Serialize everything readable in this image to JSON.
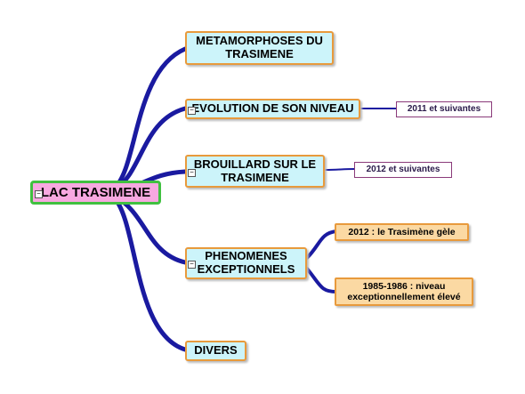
{
  "root": {
    "label": "LAC TRASIMENE"
  },
  "topics": [
    {
      "id": "t1",
      "label_line1": "METAMORPHOSES DU",
      "label_line2": "TRASIMENE"
    },
    {
      "id": "t2",
      "label_line1": "EVOLUTION DE SON NIVEAU",
      "label_line2": ""
    },
    {
      "id": "t3",
      "label_line1": "BROUILLARD SUR LE",
      "label_line2": "TRASIMENE"
    },
    {
      "id": "t4",
      "label_line1": "PHENOMENES",
      "label_line2": "EXCEPTIONNELS"
    },
    {
      "id": "t5",
      "label_line1": "DIVERS",
      "label_line2": ""
    }
  ],
  "tags": [
    {
      "id": "g1",
      "label": "2011 et suivantes"
    },
    {
      "id": "g2",
      "label": "2012 et suivantes"
    }
  ],
  "subtopics": [
    {
      "id": "s1",
      "label_line1": "2012 : le Trasimène gèle",
      "label_line2": ""
    },
    {
      "id": "s2",
      "label_line1": "1985-1986 : niveau",
      "label_line2": "exceptionnellement élevé"
    }
  ],
  "colors": {
    "branch": "#1a1aa0",
    "topic_fill": "#ccf4fa",
    "border": "#e89a3c",
    "root_fill": "#f7a8e0",
    "root_border": "#40c040"
  }
}
